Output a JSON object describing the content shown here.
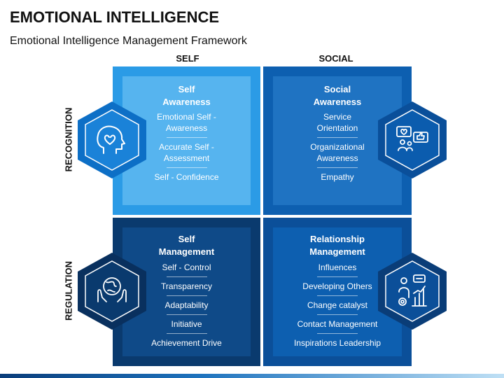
{
  "title": "EMOTIONAL INTELLIGENCE",
  "subtitle": "Emotional Intelligence Management Framework",
  "columns": [
    "SELF",
    "SOCIAL"
  ],
  "rows": [
    "RECOGNITION",
    "REGULATION"
  ],
  "quadrants": {
    "self_awareness": {
      "title": "Self\nAwareness",
      "items": [
        "Emotional Self -\nAwareness",
        "Accurate Self -\nAssessment",
        "Self - Confidence"
      ],
      "icon": "head-heart-icon"
    },
    "social_awareness": {
      "title": "Social\nAwareness",
      "items": [
        "Service\nOrientation",
        "Organizational\nAwareness",
        "Empathy"
      ],
      "icon": "social-heart-like-icon"
    },
    "self_management": {
      "title": "Self\nManagement",
      "items": [
        "Self - Control",
        "Transparency",
        "Adaptability",
        "Initiative",
        "Achievement Drive"
      ],
      "icon": "hands-globe-icon"
    },
    "relationship_management": {
      "title": "Relationship\nManagement",
      "items": [
        "Influences",
        "Developing Others",
        "Change catalyst",
        "Contact Management",
        "Inspirations Leadership"
      ],
      "icon": "presenter-chart-icon"
    }
  },
  "colors": {
    "self_awareness": "#2b9be6",
    "social_awareness": "#0d5fb0",
    "self_management": "#0a3a6e",
    "relationship_management": "#0b4f99"
  }
}
